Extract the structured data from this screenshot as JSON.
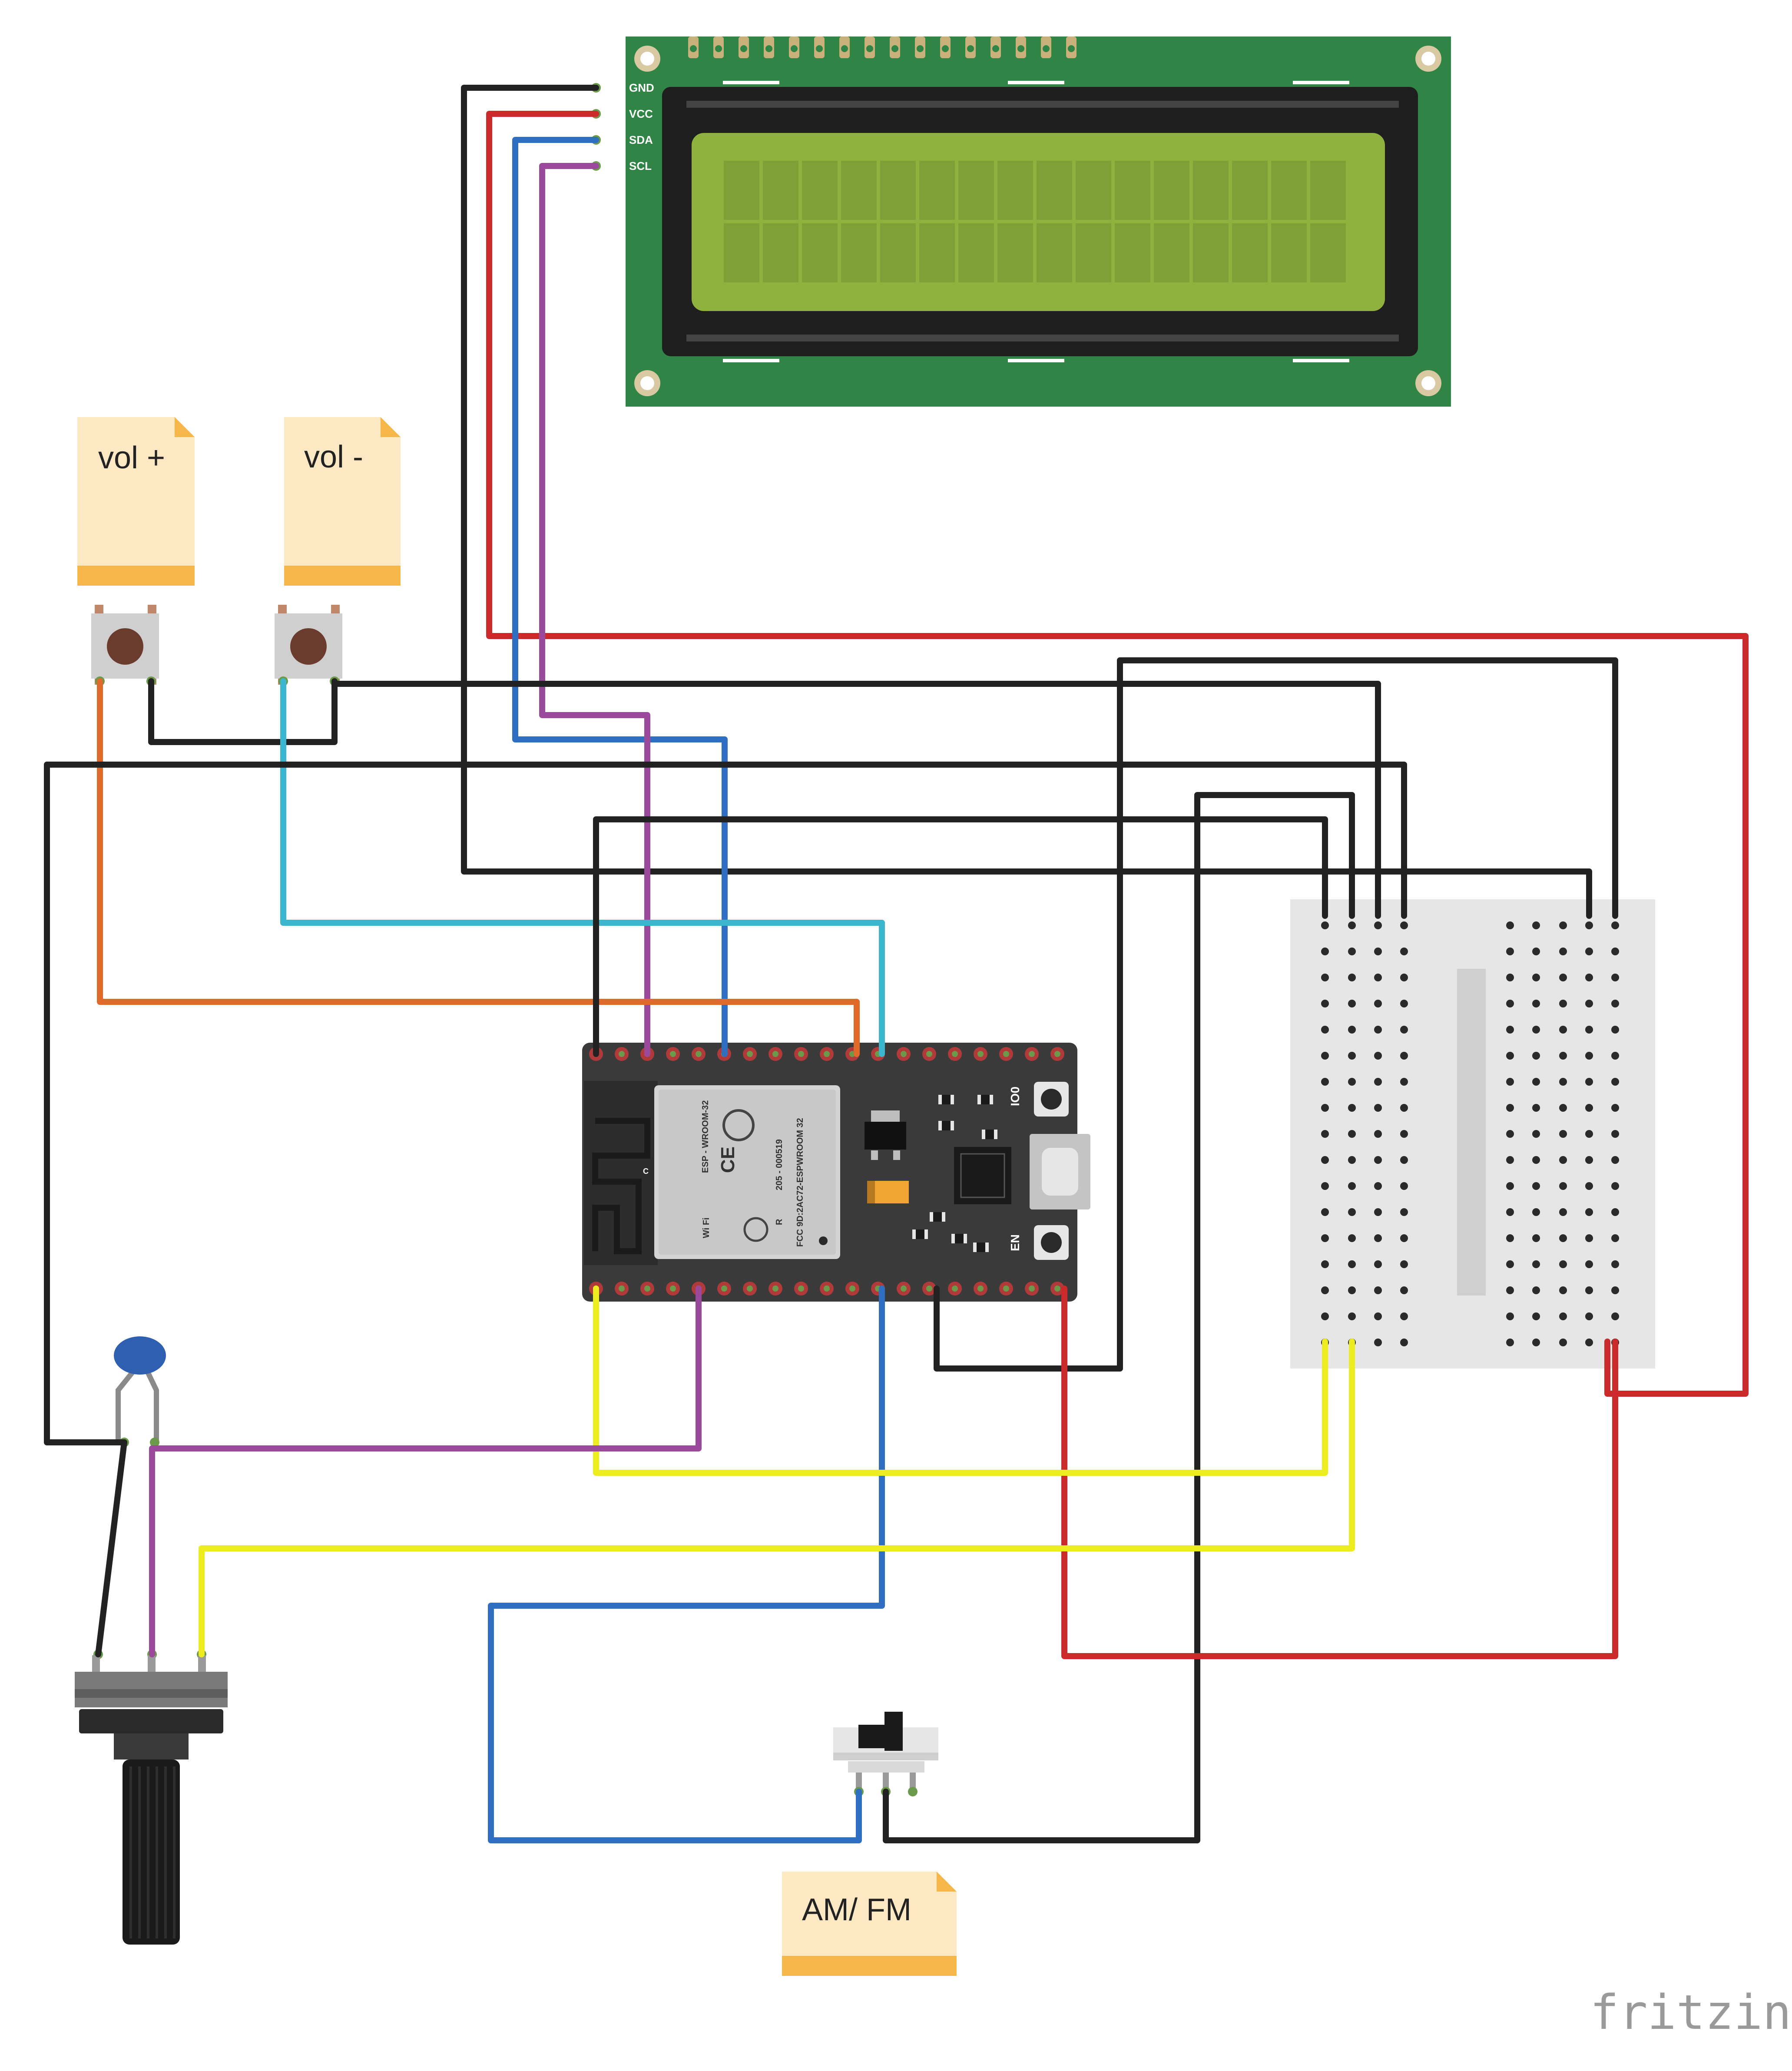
{
  "notes": {
    "vol_plus": "vol +",
    "vol_minus": "vol -",
    "am_fm": "AM/ FM"
  },
  "lcd": {
    "pins": [
      "GND",
      "VCC",
      "SDA",
      "SCL"
    ]
  },
  "esp32": {
    "module_name": "ESP - WROOM-32",
    "module_cert": "205 - 000519",
    "fcc": "FCC 9D:2AC72-ESPWROOM 32",
    "mark_c": "C",
    "mark_ce": "CE",
    "mark_r": "R",
    "wifi": "Wi Fi",
    "btn_io0": "IO0",
    "btn_en": "EN"
  },
  "brand": "fritzing",
  "colors": {
    "black_wire": "#222222",
    "red_wire": "#cc2a2a",
    "blue_wire": "#2f6fc2",
    "purple_wire": "#9b4a9b",
    "yellow_wire": "#ecec1e",
    "cyan_wire": "#3cb6cc",
    "orange_wire": "#e06a2a",
    "pcb_green": "#2f8446",
    "lcd_screen": "#8fb23e",
    "note_paper": "#fde8c4",
    "note_band": "#f6b74a"
  }
}
